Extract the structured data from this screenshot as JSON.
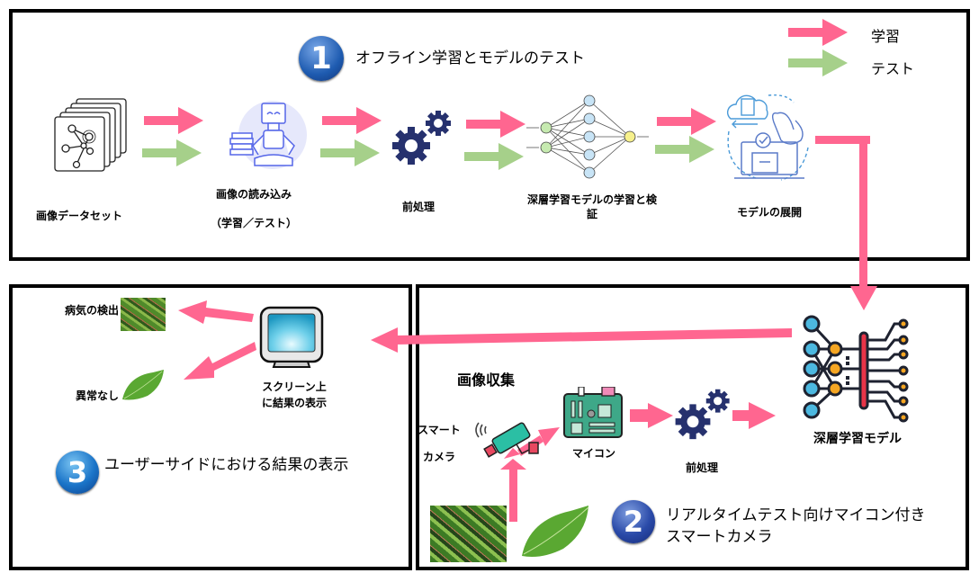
{
  "colors": {
    "train_arrow": "#ff6690",
    "test_arrow": "#a6d08a",
    "gear": "#26316e",
    "badge_blue": "#1e5bb0"
  },
  "legend": {
    "train_label": "学習",
    "test_label": "テスト"
  },
  "section1": {
    "badge": "1",
    "title": "オフライン学習とモデルのテスト",
    "steps": [
      {
        "icon": "image-dataset-icon",
        "label": "画像データセット"
      },
      {
        "icon": "robot-reading-icon",
        "label": "画像の読み込み",
        "sublabel": "（学習／テスト）"
      },
      {
        "icon": "gears-icon",
        "label": "前処理"
      },
      {
        "icon": "neural-network-icon",
        "label": "深層学習モデルの学習と検",
        "label2": "証"
      },
      {
        "icon": "cloud-deploy-icon",
        "label": "モデルの展開"
      }
    ]
  },
  "section2": {
    "badge": "2",
    "title_line1": "リアルタイムテスト向けマイコン付き",
    "title_line2": "スマートカメラ",
    "image_collection": "画像収集",
    "camera_label_1": "スマート",
    "camera_label_2": "カメラ",
    "microcontroller": "マイコン",
    "preprocess": "前処理",
    "dl_model": "深層学習モデル"
  },
  "section3": {
    "badge": "3",
    "title": "ユーザーサイドにおける結果の表示",
    "screen_line1": "スクリーン上",
    "screen_line2": "に結果の表示",
    "disease": "病気の検出",
    "healthy": "異常なし"
  }
}
